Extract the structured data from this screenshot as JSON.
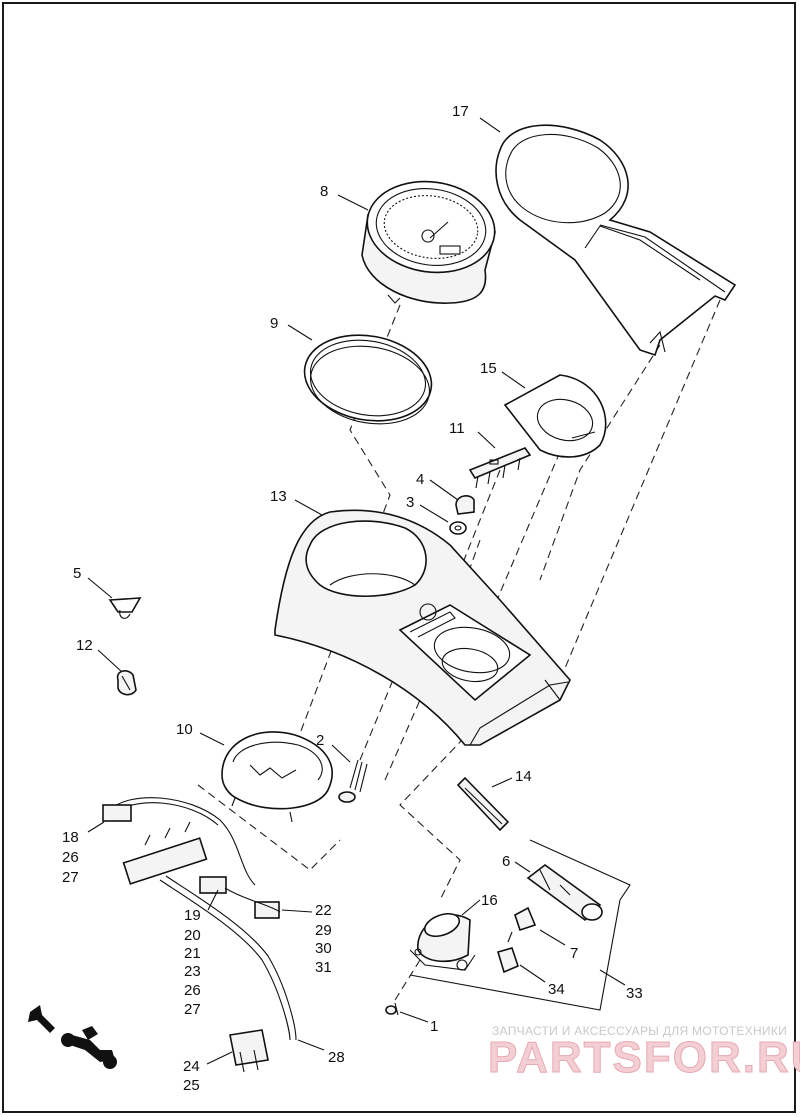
{
  "diagram": {
    "callouts": {
      "c1": "1",
      "c2": "2",
      "c3": "3",
      "c4": "4",
      "c5": "5",
      "c6": "6",
      "c7": "7",
      "c8": "8",
      "c9": "9",
      "c10": "10",
      "c11": "11",
      "c12": "12",
      "c13": "13",
      "c14": "14",
      "c15": "15",
      "c16": "16",
      "c17": "17",
      "c18": "18",
      "c19": "19",
      "c20": "20",
      "c21": "21",
      "c22": "22",
      "c23": "23",
      "c24": "24",
      "c25": "25",
      "c26a": "26",
      "c26b": "26",
      "c27a": "27",
      "c27b": "27",
      "c28": "28",
      "c29": "29",
      "c30": "30",
      "c31": "31",
      "c33": "33",
      "c34": "34"
    }
  },
  "watermark": {
    "caption": "ЗАПЧАСТИ И АКСЕССУАРЫ ДЛЯ МОТОТЕХНИКИ",
    "brand": "PARTSFOR.RU",
    "colors": {
      "brand_fill": "#f3cfd4",
      "brand_stroke": "#e7a9b2",
      "caption": "#c9c9c9"
    }
  },
  "icons": {
    "orientation": "motorcycle-direction-icon"
  }
}
